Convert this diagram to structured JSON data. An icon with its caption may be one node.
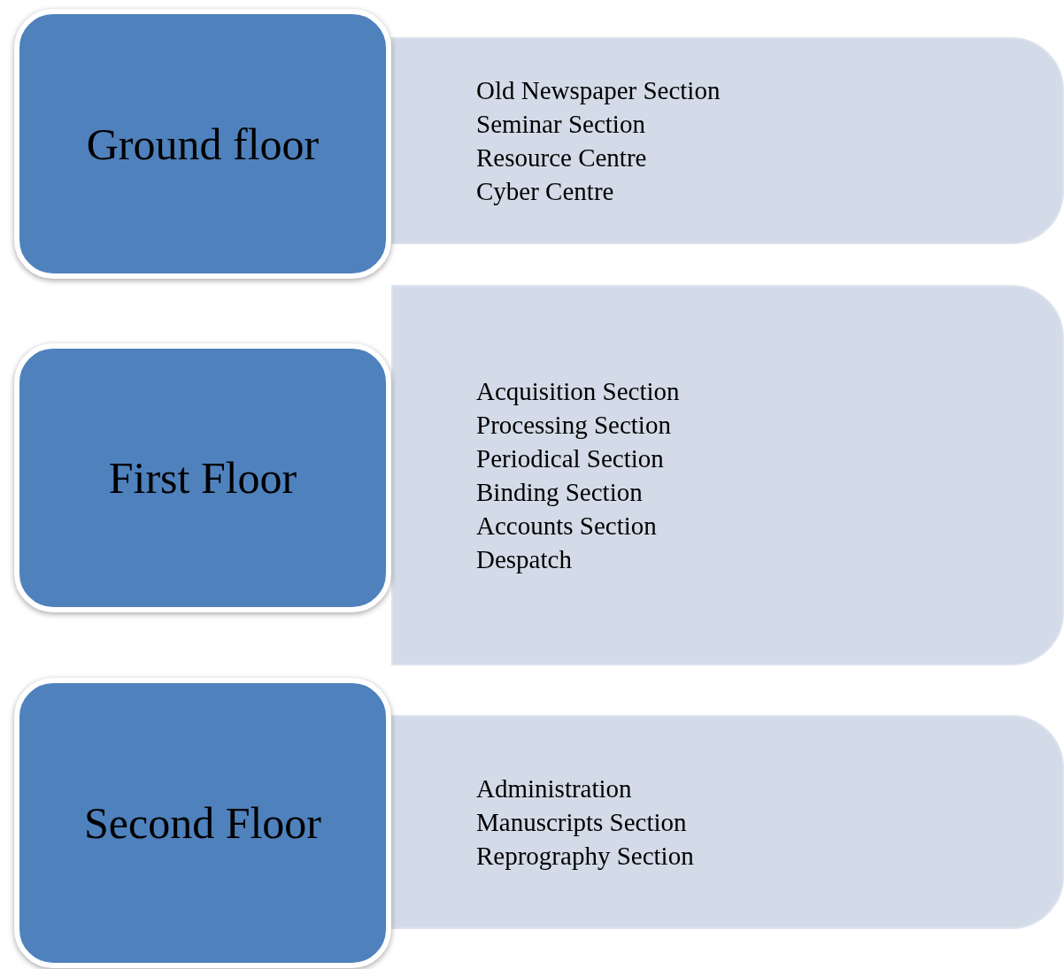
{
  "diagram": {
    "nodes": [
      {
        "text": [
          "Ground floor"
        ]
      },
      {
        "text": [
          "Old Newspaper Section",
          "Seminar Section",
          "Resource Centre",
          "Cyber Centre"
        ]
      },
      {
        "text": [
          "First Floor"
        ]
      },
      {
        "text": [
          "Acquisition Section",
          "Processing Section",
          "Periodical Section",
          "Binding Section",
          "Accounts Section",
          "Despatch"
        ]
      },
      {
        "text": [
          "Second Floor"
        ]
      },
      {
        "text": [
          "Administration",
          "Manuscripts Section",
          "Reprography Section"
        ]
      }
    ],
    "edges": []
  }
}
